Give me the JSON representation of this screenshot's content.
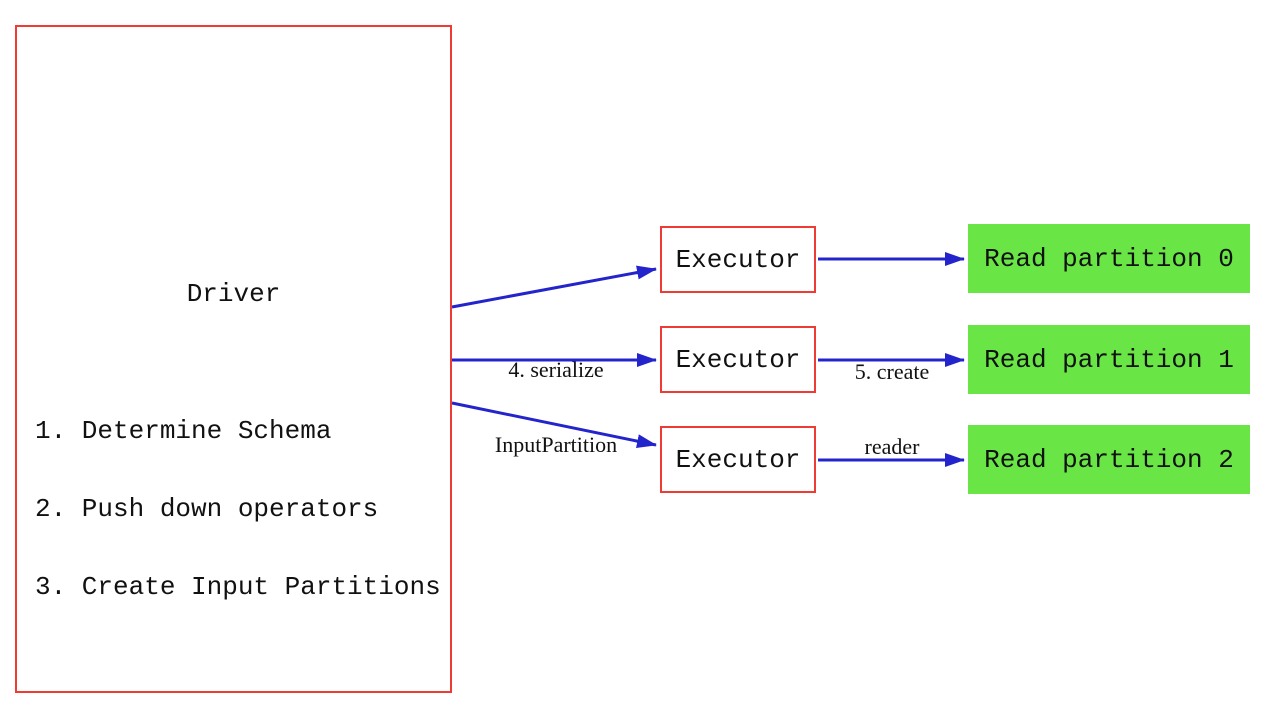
{
  "diagram": {
    "driver": {
      "title": "Driver",
      "steps": [
        "1. Determine Schema",
        "2. Push down operators",
        "3. Create Input Partitions"
      ]
    },
    "executors": [
      {
        "label": "Executor"
      },
      {
        "label": "Executor"
      },
      {
        "label": "Executor"
      }
    ],
    "partitions": [
      {
        "label": "Read partition 0"
      },
      {
        "label": "Read partition 1"
      },
      {
        "label": "Read partition 2"
      }
    ],
    "arrow_labels": {
      "serialize_line1": "4. serialize",
      "serialize_line2": "InputPartition",
      "reader_line1": "5. create",
      "reader_line2": "reader"
    },
    "colors": {
      "box_border": "#ee3b33",
      "arrow": "#2424cc",
      "partition_fill": "#69e646",
      "text": "#111111",
      "background": "#ffffff"
    }
  }
}
